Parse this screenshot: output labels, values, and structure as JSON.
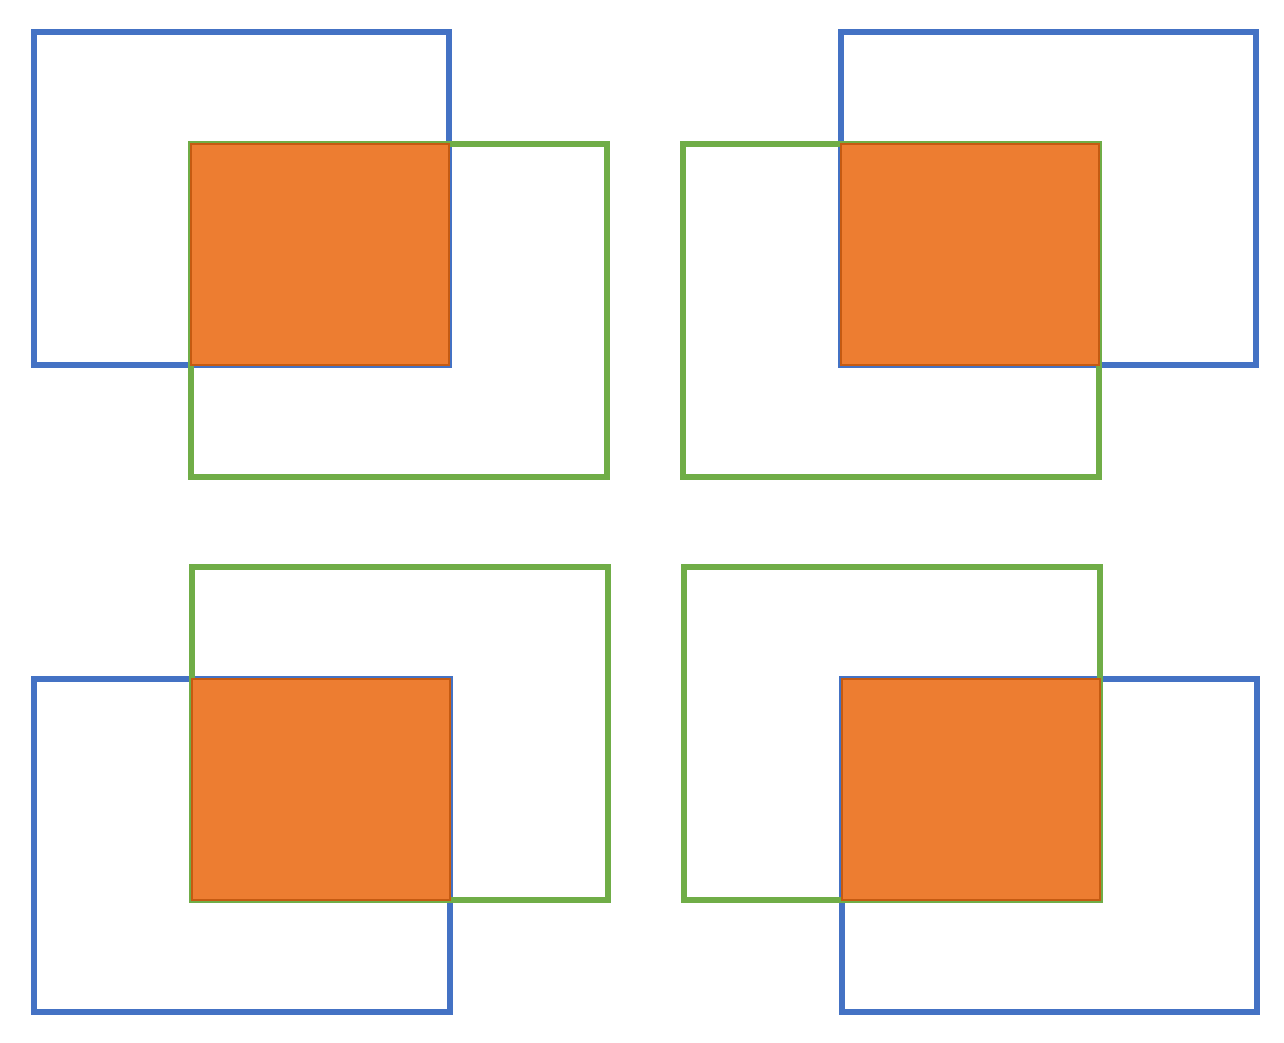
{
  "colors": {
    "background": "#ffffff",
    "box_a_outline": "#4472C4",
    "box_b_outline": "#70AD47",
    "intersection_fill": "#ED7D31",
    "intersection_outline": "#C55A11"
  },
  "diagrams": [
    {
      "id": "top-left",
      "box_a_position": "top-left",
      "box_b_position": "bottom-right"
    },
    {
      "id": "top-right",
      "box_a_position": "top-right",
      "box_b_position": "bottom-left"
    },
    {
      "id": "bottom-left",
      "box_a_position": "bottom-left",
      "box_b_position": "top-right"
    },
    {
      "id": "bottom-right",
      "box_a_position": "bottom-right",
      "box_b_position": "top-left"
    }
  ]
}
